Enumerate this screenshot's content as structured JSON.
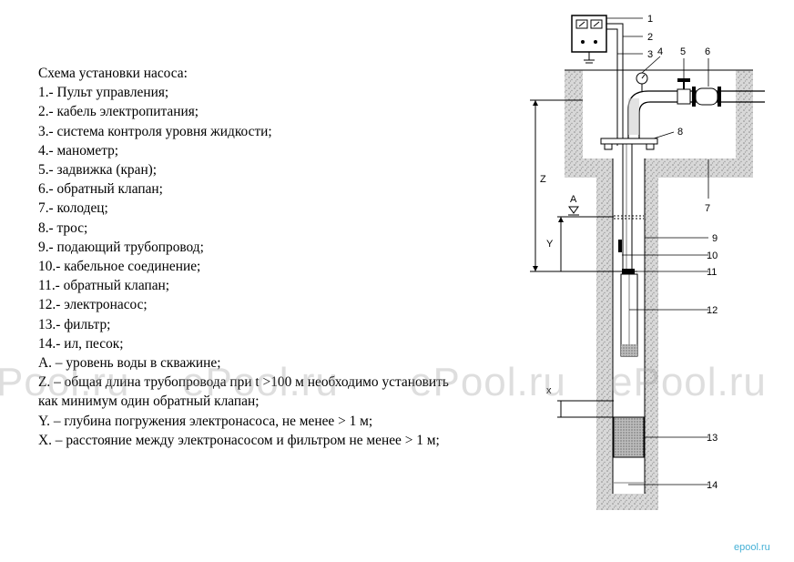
{
  "legend": {
    "title": "Схема установки насоса:",
    "items": [
      "1.- Пульт управления;",
      "2.- кабель электропитания;",
      "3.- система контроля уровня жидкости;",
      "4.- манометр;",
      "5.- задвижка (кран);",
      "6.- обратный клапан;",
      "7.- колодец;",
      "8.- трос;",
      "9.- подающий трубопровод;",
      "10.- кабельное соединение;",
      "11.- обратный клапан;",
      "12.- электронасос;",
      "13.- фильтр;",
      "14.- ил, песок;",
      "A. – уровень воды в скважине;",
      "Z. – общая длина трубопровода при t >100 м необходимо установить как минимум один обратный клапан;",
      "Y. – глубина погружения электронасоса, не менее > 1 м;",
      "X. – расстояние между электронасосом и фильтром не менее > 1 м;"
    ]
  },
  "diagram_labels": {
    "n1": "1",
    "n2": "2",
    "n3": "3",
    "n4": "4",
    "n5": "5",
    "n6": "6",
    "n7": "7",
    "n8": "8",
    "n9": "9",
    "n10": "10",
    "n11": "11",
    "n12": "12",
    "n13": "13",
    "n14": "14",
    "z": "Z",
    "a": "A",
    "y": "Y",
    "x": "x"
  },
  "watermark": {
    "text1": "Pool.ru",
    "text2": "ePool.ru",
    "text3": "ePool.ru",
    "text4": "ePool.ru",
    "brand": "epool.ru"
  },
  "colors": {
    "soil": "#d4d4d4",
    "ink": "#000000",
    "brand": "#45b0d6"
  }
}
